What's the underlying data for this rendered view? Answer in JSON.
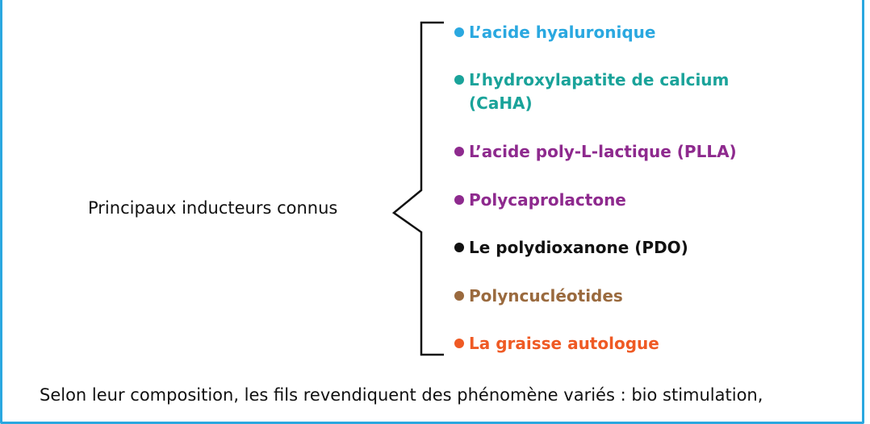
{
  "left_label": "Principaux inducteurs connus",
  "items": [
    {
      "text": "L’acide hyaluronique",
      "line2": "",
      "color": "#2aa8e0"
    },
    {
      "text": "L’hydroxylapatite de calcium",
      "line2": "(CaHA)",
      "color": "#1aa39a"
    },
    {
      "text": "L’acide poly-L-lactique (PLLA)",
      "line2": "",
      "color": "#8e2a8e"
    },
    {
      "text": "Polycaprolactone",
      "line2": "",
      "color": "#8e2a8e"
    },
    {
      "text": "Le polydioxanone (PDO)",
      "line2": "",
      "color": "#111111"
    },
    {
      "text": "Polyncucléotides",
      "line2": "",
      "color": "#9a6a3e"
    },
    {
      "text": "La graisse autologue",
      "line2": "",
      "color": "#ef5a24"
    }
  ],
  "footer": "Selon leur composition, les fils revendiquent des phénomène variés : bio stimulation,",
  "colors": {
    "frame": "#2aa8e0",
    "text": "#111111"
  }
}
